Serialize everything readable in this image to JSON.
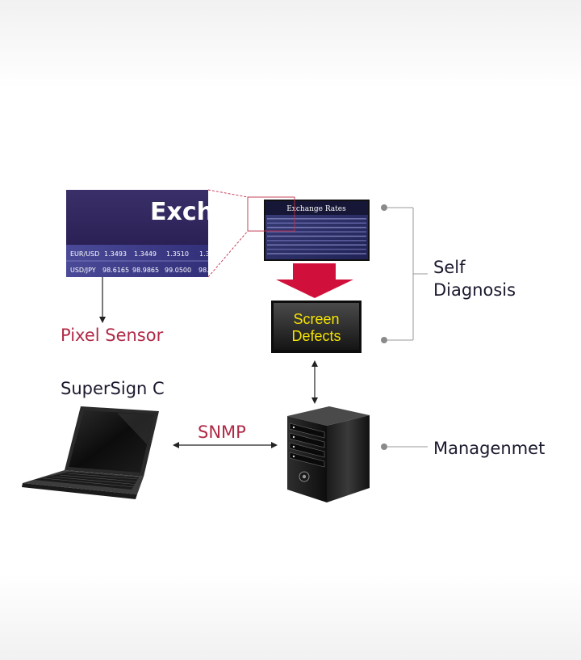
{
  "labels": {
    "pixel_sensor": "Pixel Sensor",
    "self_diagnosis_line1": "Self",
    "self_diagnosis_line2": "Diagnosis",
    "supersign": "SuperSign C",
    "snmp": "SNMP",
    "management": "Managenmet",
    "screen_defects_line1": "Screen",
    "screen_defects_line2": "Defects"
  },
  "zoom_panel": {
    "title": "Exch",
    "rows": [
      [
        "EUR/USD",
        "1.3493",
        "1.3449",
        "1.3510",
        "1.3"
      ],
      [
        "USD/JPY",
        "98.6165",
        "98.9865",
        "99.0500",
        "98."
      ]
    ]
  },
  "exchange_display": {
    "title": "Exchange Rates"
  },
  "colors": {
    "accent_red": "#b02a46",
    "arrow_red": "#d0103a",
    "defect_text": "#f5e300",
    "text_dark": "#1a1a2e",
    "connector_gray": "#8a8a8a"
  },
  "icons": {
    "laptop": "laptop-icon",
    "server": "server-tower-icon",
    "down_arrow": "red-down-arrow-icon"
  }
}
